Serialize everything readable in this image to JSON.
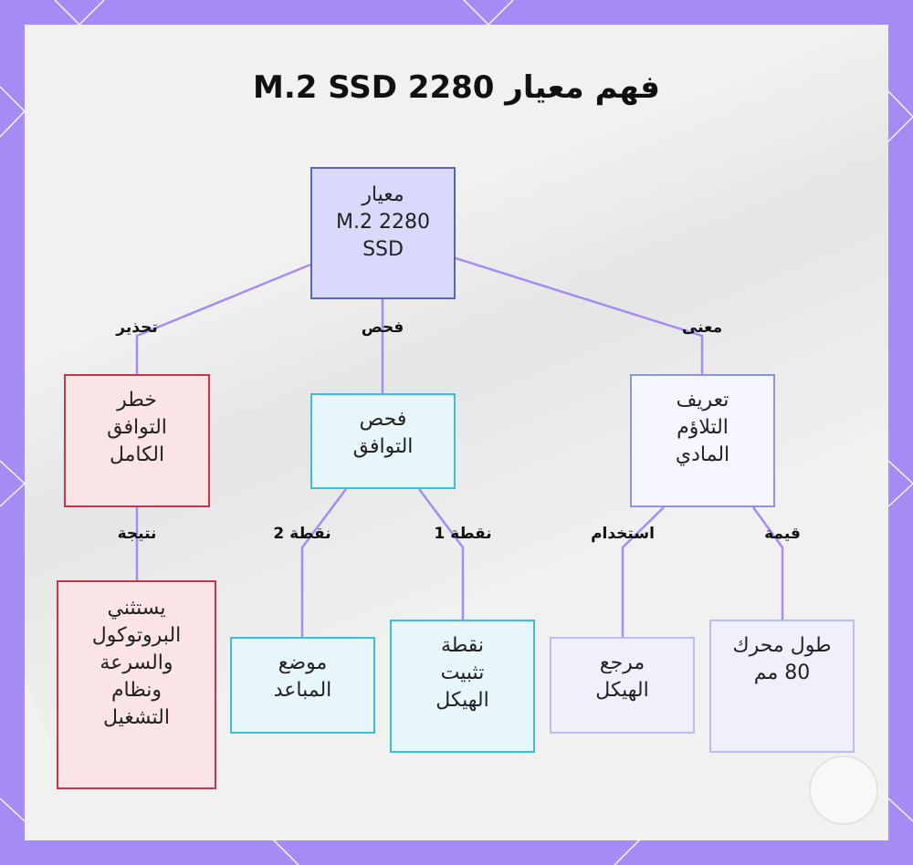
{
  "title": "فهم معيار M.2 SSD 2280",
  "colors": {
    "frame": "#a58cf5",
    "edge": "#a58cf5",
    "root_fill": "#d9d9fb",
    "root_border": "#5b63b8",
    "red_fill": "#fbe4e6",
    "red_border": "#c7354b",
    "cyan_fill": "#e7f6fb",
    "cyan_border": "#39bfd8",
    "blue_fill": "#f4f5fd",
    "blue_border": "#8a95df",
    "lav_fill": "#f0f0fc",
    "lav_border": "#b8bdf2"
  },
  "nodes": {
    "root": "معيار\nM.2 2280\nSSD",
    "risk": "خطر\nالتوافق\nالكامل",
    "check": "فحص\nالتوافق",
    "definition": "تعريف\nالتلاؤم\nالمادي",
    "exceptions": "يستثني\nالبروتوكول\nوالسرعة\nونظام\nالتشغيل",
    "standoff": "موضع\nالمباعد",
    "mounting_point": "نقطة\nتثبيت\nالهيكل",
    "chassis_reference": "مرجع\nالهيكل",
    "length_value": "طول محرك\n80 مم"
  },
  "edge_labels": {
    "warning": "تحذير",
    "check": "فحص",
    "meaning": "معنى",
    "result": "نتيجة",
    "point2": "نقطة 2",
    "point1": "نقطة 1",
    "usage": "استخدام",
    "value": "قيمة"
  }
}
